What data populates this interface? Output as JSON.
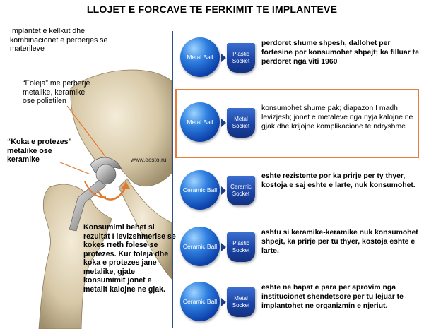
{
  "title": "LLOJET E FORCAVE TE FERKIMIT TE IMPLANTEVE",
  "left": {
    "intro": "Implantet e kellkut dhe kombinacionet e perberjes se materileve",
    "foleja": "“Foleja” me perberje metalike, keramike ose polietilen",
    "koka": "“Koka e protezes” metalike ose keramike",
    "watermark": "www.ecsto.ru",
    "konsumimi": "Konsumimi behet si rezultat I levizshmerise se kokes rreth folese se protezes. Kur foleja dhe koka e protezes jane metalike, gjate konsumimit jonet e metalit kalojne ne gjak."
  },
  "rows": [
    {
      "ball": "Metal Ball",
      "socket": "Plastic Socket",
      "desc": "perdoret shume shpesh, dallohet per fortesine por konsumohet shpejt; ka filluar te perdoret nga viti 1960"
    },
    {
      "ball": "Metal Ball",
      "socket": "Metal Socket",
      "desc": "konsumohet shume pak; diapazon I madh levizjesh; jonet e metaleve nga nyja kalojne ne gjak dhe krijojne komplikacione te ndryshme"
    },
    {
      "ball": "Ceramic Ball",
      "socket": "Ceramic Socket",
      "desc": "eshte rezistente por ka prirje per ty thyer, kostoja e saj eshte e larte, nuk konsumohet."
    },
    {
      "ball": "Ceramic Ball",
      "socket": "Plastic Socket",
      "desc": "ashtu si keramike-keramike nuk konsumohet shpejt, ka prirje per tu thyer, kostoja eshte e larte."
    },
    {
      "ball": "Ceramic Ball",
      "socket": "Metal Socket",
      "desc": "eshte ne hapat e para per aprovim nga institucionet shendetsore per tu lejuar te implantohet ne organizmin e njeriut."
    }
  ]
}
